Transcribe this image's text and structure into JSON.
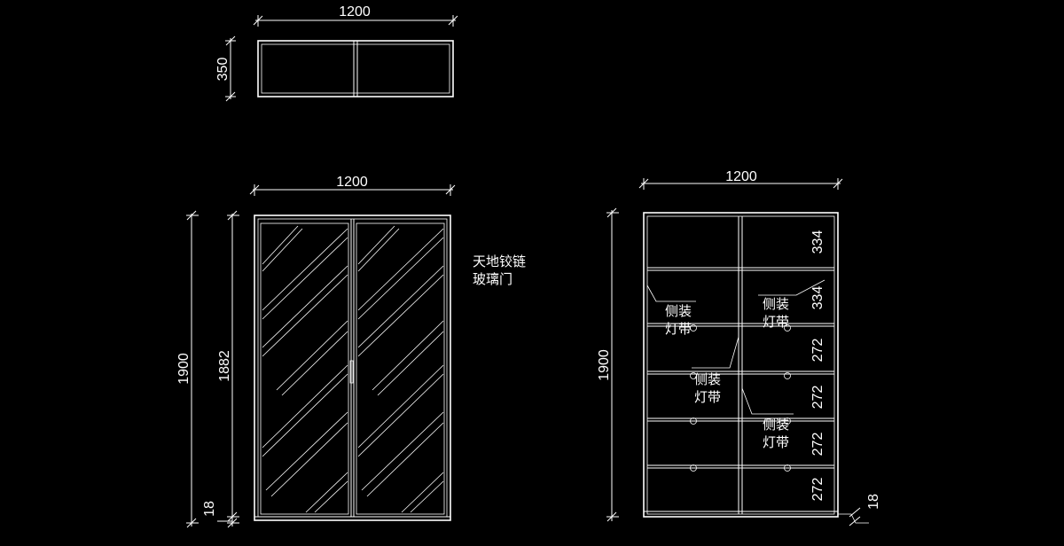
{
  "colors": {
    "background": "#000000",
    "line": "#ffffff"
  },
  "top_view": {
    "width_label": "1200",
    "height_label": "350"
  },
  "front_view": {
    "width_label": "1200",
    "total_height_label": "1900",
    "door_height_label": "1882",
    "base_label": "18",
    "note_line1": "天地铰链",
    "note_line2": "玻璃门"
  },
  "interior_view": {
    "width_label": "1200",
    "height_label": "1900",
    "base_label": "18",
    "shelf_labels": [
      "334",
      "334",
      "272",
      "272",
      "272",
      "272"
    ],
    "light_label_line1": "侧装",
    "light_label_line2": "灯带"
  }
}
